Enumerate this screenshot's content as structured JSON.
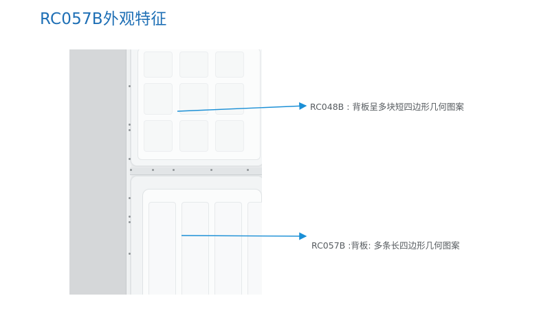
{
  "title": "RC057B外观特征",
  "callouts": {
    "top": "RC048B : 背板呈多块短四边形几何图案",
    "bottom": "RC057B :背板: 多条长四边形几何图案"
  },
  "colors": {
    "title": "#1e6fb5",
    "arrow": "#1a8fd6",
    "callout_text": "#555a5e"
  }
}
